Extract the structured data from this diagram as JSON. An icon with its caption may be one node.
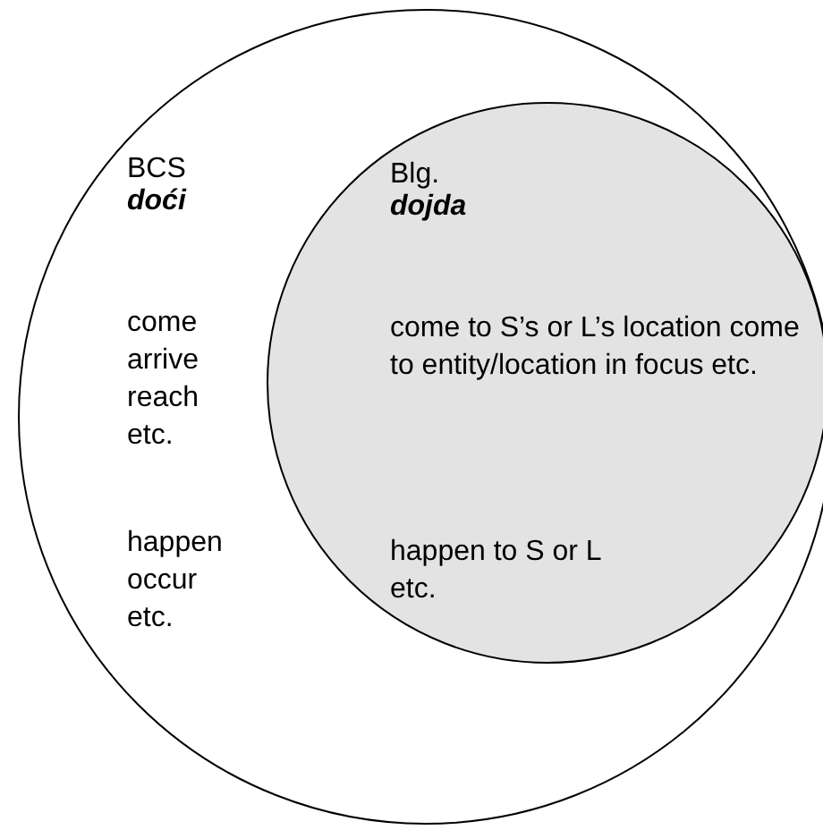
{
  "diagram": {
    "nodes": [
      {
        "text": [
          "BCS",
          "doći",
          "come arrive reach etc.",
          "happen occur etc."
        ]
      },
      {
        "text": [
          "Blg.",
          "dojda",
          "come to S’s or L’s location come to entity/location in focus etc.",
          "happen to S or L etc."
        ],
        "in": 0
      }
    ]
  }
}
